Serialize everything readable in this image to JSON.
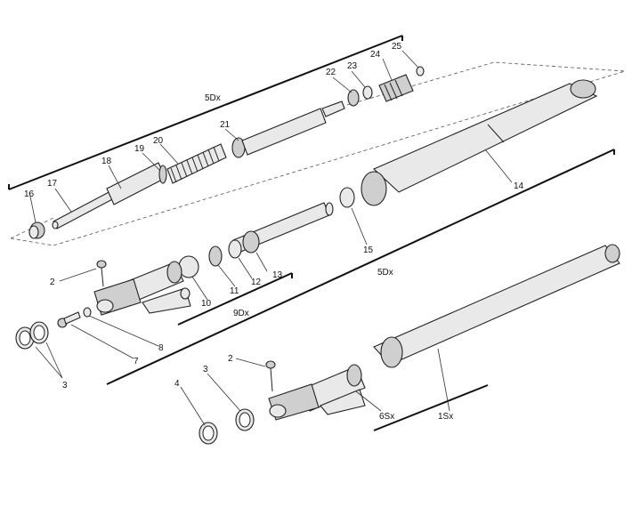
{
  "labels": {
    "p1Sx": "1Sx",
    "p2a": "2",
    "p2b": "2",
    "p3a": "3",
    "p3b": "3",
    "p4": "4",
    "p5DxTop": "5Dx",
    "p5DxMid": "5Dx",
    "p6Sx": "6Sx",
    "p7": "7",
    "p8": "8",
    "p9Dx": "9Dx",
    "p10": "10",
    "p11": "11",
    "p12": "12",
    "p13": "13",
    "p14": "14",
    "p15": "15",
    "p16": "16",
    "p17": "17",
    "p18": "18",
    "p19": "19",
    "p20": "20",
    "p21": "21",
    "p22": "22",
    "p23": "23",
    "p24": "24",
    "p25": "25"
  }
}
